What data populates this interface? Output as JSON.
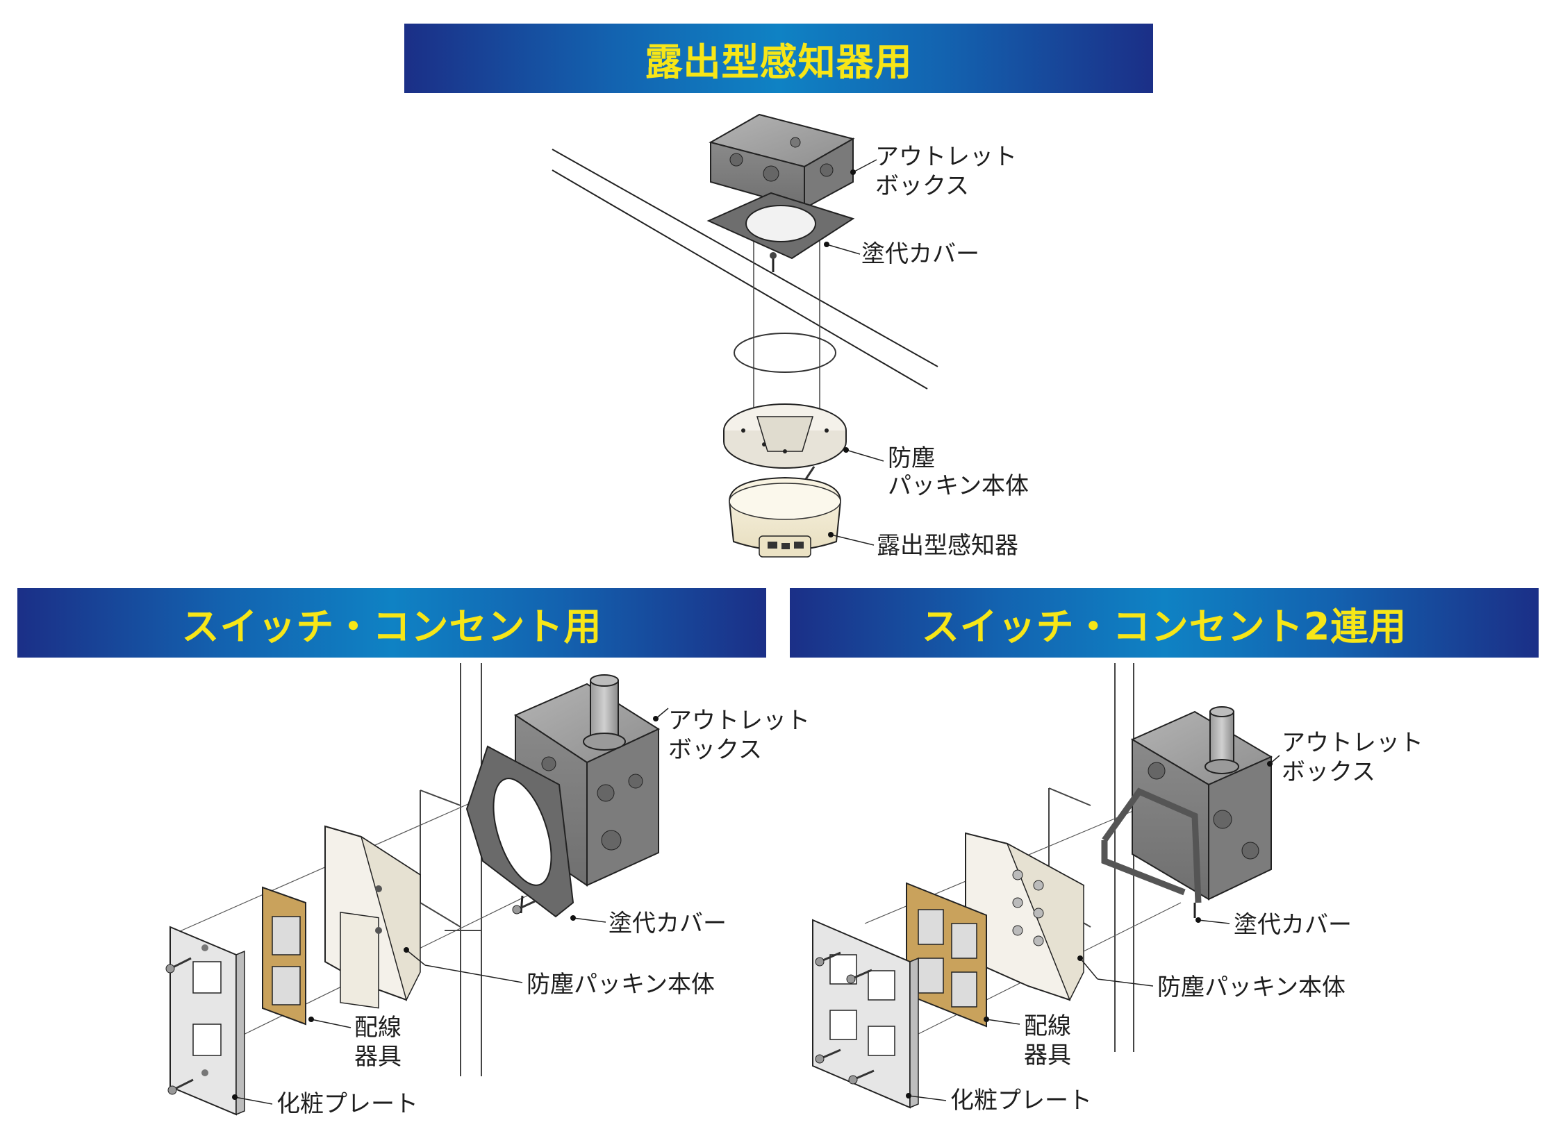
{
  "sections": {
    "top": {
      "title": "露出型感知器用"
    },
    "left": {
      "title": "スイッチ・コンセント用"
    },
    "right": {
      "title": "スイッチ・コンセント2連用"
    }
  },
  "labels": {
    "top": {
      "outlet_box_1": "アウトレット",
      "outlet_box_2": "ボックス",
      "cover": "塗代カバー",
      "packing_1": "防塵",
      "packing_2": "パッキン本体",
      "detector": "露出型感知器"
    },
    "left": {
      "outlet_box_1": "アウトレット",
      "outlet_box_2": "ボックス",
      "cover": "塗代カバー",
      "packing": "防塵パッキン本体",
      "wiring_1": "配線",
      "wiring_2": "器具",
      "plate": "化粧プレート"
    },
    "right": {
      "outlet_box_1": "アウトレット",
      "outlet_box_2": "ボックス",
      "cover": "塗代カバー",
      "packing": "防塵パッキン本体",
      "wiring_1": "配線",
      "wiring_2": "器具",
      "plate": "化粧プレート"
    }
  },
  "colors": {
    "banner_text": "#f7e617",
    "banner_dark": "#1b2f87",
    "banner_light": "#0f82c4",
    "metal": "#8c8c8c",
    "packing": "#f4f1ea",
    "detector": "#f3ecd6",
    "brass": "#c9a25c"
  }
}
